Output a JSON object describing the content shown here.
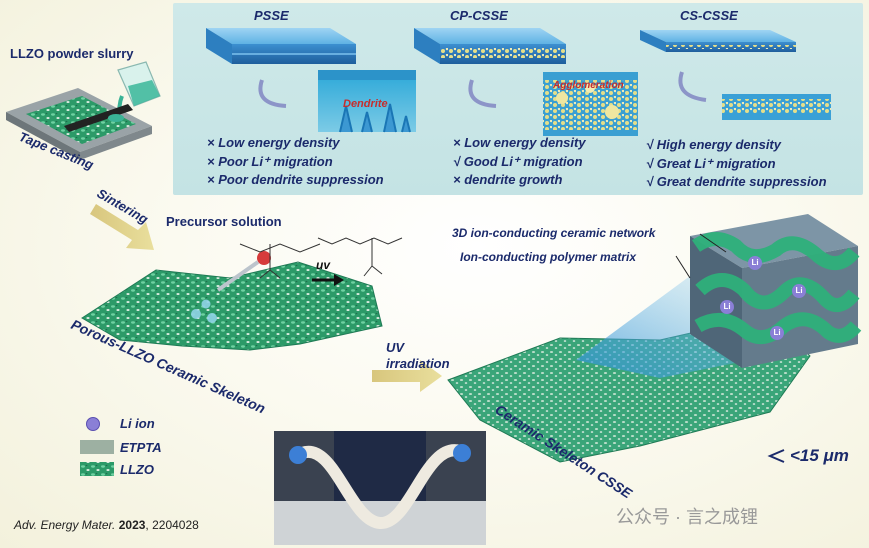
{
  "top": {
    "slurry_label": "LLZO powder slurry",
    "tape_label": "Tape casting",
    "panels": [
      {
        "title": "PSSE",
        "inset_label": "Dendrite",
        "properties": [
          "× Low energy density",
          "× Poor Li⁺ migration",
          "× Poor dendrite suppression"
        ]
      },
      {
        "title": "CP-CSSE",
        "inset_label": "Agglomeration",
        "properties": [
          "× Low energy density",
          "√ Good Li⁺ migration",
          "× dendrite growth"
        ]
      },
      {
        "title": "CS-CSSE",
        "properties": [
          "√ High energy density",
          "√ Great Li⁺ migration",
          "√ Great dendrite suppression"
        ]
      }
    ]
  },
  "middle": {
    "sintering_label": "Sintering",
    "precursor_label": "Precursor solution",
    "uv_label": "uv",
    "skeleton_label": "Porous-LLZO Ceramic Skeleton",
    "uv_irradiation_label": [
      "UV",
      "irradiation"
    ],
    "network_label": "3D ion-conducting ceramic network",
    "polymer_label": "Ion-conducting polymer matrix",
    "li_symbol": "Li",
    "cs_csse_label": "Ceramic Skeleton CSSE",
    "thickness_label": "<15 μm"
  },
  "legend": {
    "items": [
      "Li ion",
      "ETPTA",
      "LLZO"
    ]
  },
  "citation": {
    "journal": "Adv. Energy Mater.",
    "year": "2023",
    "article": ", 2204028"
  },
  "watermark": "公众号 · 言之成锂",
  "colors": {
    "panel_bg": "#c9e6e6",
    "label_text": "#1b2a6b",
    "llzo_green": "#2e9e6b",
    "ceramic_dark": "#1f7a55",
    "electrolyte_blue": "#2e8fd0",
    "li_ion": "#8a7fd6",
    "etpta_gray": "#9db0a2",
    "arrow_gold": "#d9c98a"
  }
}
